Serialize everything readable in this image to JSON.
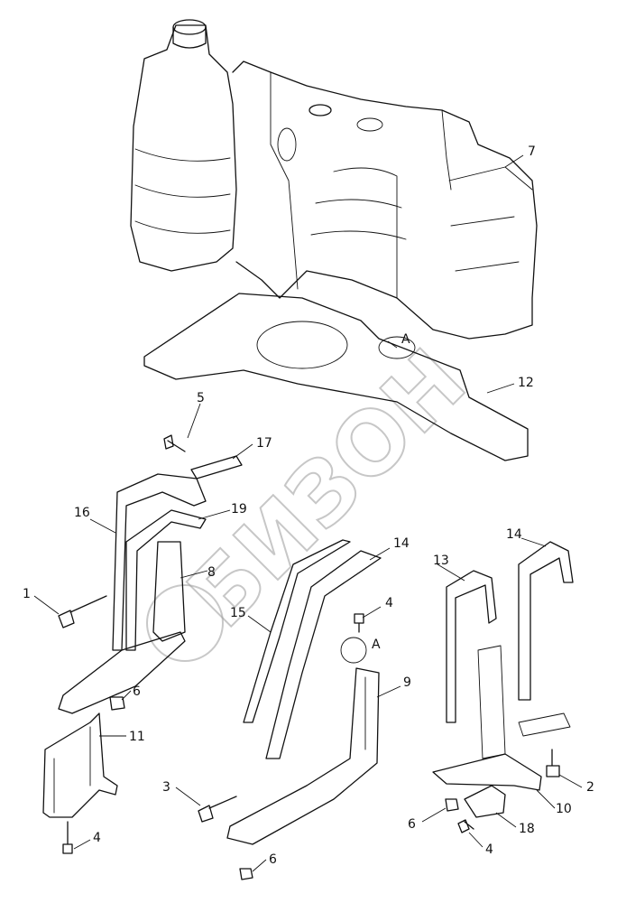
{
  "callouts": {
    "c1": "1",
    "c2": "2",
    "c3": "3",
    "c4a": "4",
    "c4b": "4",
    "c4c": "4",
    "c5": "5",
    "c6a": "6",
    "c6b": "6",
    "c6c": "6",
    "c7": "7",
    "c8": "8",
    "c9": "9",
    "c10": "10",
    "c11": "11",
    "c12": "12",
    "c13": "13",
    "c14a": "14",
    "c14b": "14",
    "c15": "15",
    "c16": "16",
    "c17": "17",
    "c18": "18",
    "c19": "19",
    "detailA1": "A",
    "detailA2": "A"
  },
  "watermark": {
    "text": "БИЗОН"
  }
}
